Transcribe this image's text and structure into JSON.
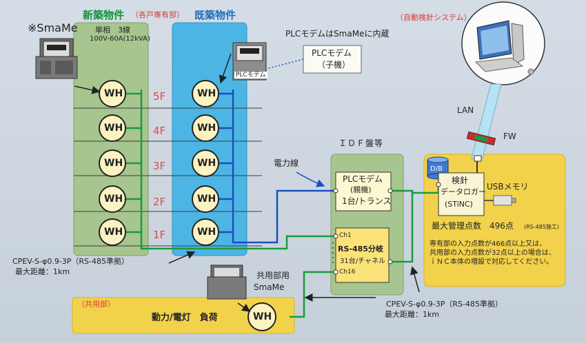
{
  "headers": {
    "new_building": "新築物件",
    "per_unit": "（各戸専有部）",
    "existing_building": "既築物件",
    "auto_meter_system": "（自動検針システム）"
  },
  "smame_label": "※SmaMe",
  "meter_spec": {
    "line1": "単相　3線",
    "line2": "100V-60A(12kVA)"
  },
  "plc_builtin_note": "PLCモデムはSmaMeに内蔵",
  "meter_plc_label": "PLCモデム",
  "plc_child": {
    "line1": "PLCモデム",
    "line2": "（子機）"
  },
  "wh": "WH",
  "floors": [
    "5F",
    "4F",
    "3F",
    "2F",
    "1F"
  ],
  "power_line": "電力線",
  "idf": "ＩＤＦ盤等",
  "plc_parent": {
    "line1": "PLCモデム",
    "line2": "(親機)",
    "line3": "1台/トランス"
  },
  "rs485_box": {
    "ch1": "Ch1",
    "title": "RS-485分岐",
    "sub": "31台/チャネル",
    "ch16": "Ch16"
  },
  "lan": "LAN",
  "fw": "FW",
  "db": "D/B",
  "logger": {
    "line1": "検針",
    "line2": "データロガー",
    "line3": "(STiNC)"
  },
  "usb": "USBメモリ",
  "max_points": {
    "main": "最大管理点数　496点",
    "sub": "(RS-485施工)"
  },
  "note": {
    "line1": "専有部の入力点数が466点以上又は、",
    "line2": "共用部の入力点数が32点以上の場合は、",
    "line3": "ｉＮＣ本体の増設で対応してください。"
  },
  "cable_left": {
    "line1": "CPEV-S-φ0.9-3P（RS-485準拠）",
    "line2": "最大距離：1km"
  },
  "cable_right": {
    "line1": "CPEV-S-φ0.9-3P（RS-485準拠）",
    "line2": "最大距離：1km"
  },
  "common_smame": {
    "line1": "共用部用",
    "line2": "SmaMe"
  },
  "common_section": "（共用部）",
  "load": "動力/電灯　負荷",
  "colors": {
    "green_panel": "#a7c58f",
    "blue_panel": "#4db5e3",
    "yellow": "#f2d24a",
    "new_header": "#12913a",
    "existing_header": "#1f6fbf",
    "floor_red": "#e04a4a",
    "green_line": "#1a9a3c",
    "blue_line": "#1a4fc0"
  }
}
